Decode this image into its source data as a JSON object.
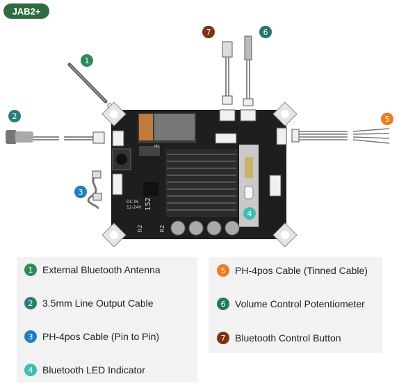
{
  "board_name": "JAB2+",
  "colors": {
    "green": "#2e8b57",
    "teal": "#2a7f7a",
    "blue": "#1f7fbf",
    "cyan": "#3cbfb0",
    "orange": "#ef7b22",
    "dark_teal": "#23756d",
    "brown": "#7a3414"
  },
  "board_markings": {
    "model": "152",
    "dc_in": "DC IN",
    "voltage": "12-24V",
    "r1": "R2",
    "r2": "R2",
    "mk": "MK"
  },
  "legend_left": [
    {
      "num": "1",
      "label": "External Bluetooth Antenna",
      "color": "#2e8b57"
    },
    {
      "num": "2",
      "label": "3.5mm Line Output Cable",
      "color": "#2a7f7a"
    },
    {
      "num": "3",
      "label": "PH-4pos Cable (Pin to Pin)",
      "color": "#1f7fbf"
    },
    {
      "num": "4",
      "label": "Bluetooth LED Indicator",
      "color": "#3cbfb0"
    }
  ],
  "legend_right": [
    {
      "num": "5",
      "label": "PH-4pos Cable (Tinned Cable)",
      "color": "#ef7b22"
    },
    {
      "num": "6",
      "label": "Volume Control Potentiometer",
      "color": "#23756d"
    },
    {
      "num": "7",
      "label": "Bluetooth Control Button",
      "color": "#7a3414"
    }
  ],
  "callouts": {
    "c1": "1",
    "c2": "2",
    "c3": "3",
    "c4": "4",
    "c5": "5",
    "c6": "6",
    "c7": "7"
  }
}
